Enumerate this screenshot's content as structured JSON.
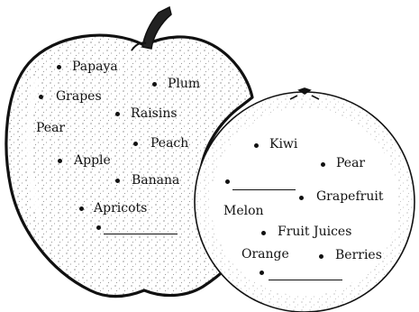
{
  "apple": {
    "items": [
      {
        "label": "Papaya",
        "bullet": true
      },
      {
        "label": "Plum",
        "bullet": true
      },
      {
        "label": "Grapes",
        "bullet": true
      },
      {
        "label": "Raisins",
        "bullet": true
      },
      {
        "label": "Pear",
        "bullet": false
      },
      {
        "label": "Peach",
        "bullet": true
      },
      {
        "label": "Apple",
        "bullet": true
      },
      {
        "label": "Banana",
        "bullet": true
      },
      {
        "label": "Apricots",
        "bullet": true
      },
      {
        "label": "",
        "bullet": true,
        "blank": true
      }
    ]
  },
  "orange": {
    "items": [
      {
        "label": "Kiwi",
        "bullet": true
      },
      {
        "label": "Pear",
        "bullet": true
      },
      {
        "label": "",
        "bullet": true,
        "blank": true
      },
      {
        "label": "Grapefruit",
        "bullet": true
      },
      {
        "label": "Melon",
        "bullet": false
      },
      {
        "label": "Fruit Juices",
        "bullet": true
      },
      {
        "label": "Orange",
        "bullet": false
      },
      {
        "label": "Berries",
        "bullet": true
      },
      {
        "label": "",
        "bullet": true,
        "blank": true
      }
    ]
  }
}
